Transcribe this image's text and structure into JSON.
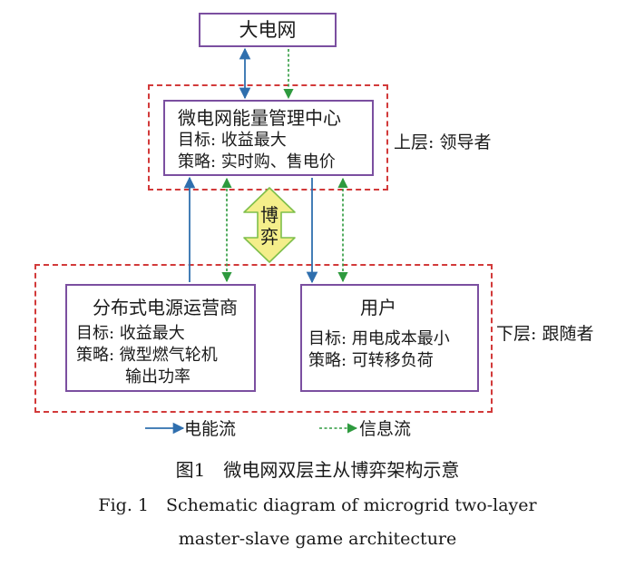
{
  "top_box": {
    "label": "大电网"
  },
  "center": {
    "title": "微电网能量管理中心",
    "goal": "目标: 收益最大",
    "strategy": "策略: 实时购、售电价"
  },
  "upper_layer_label": "上层: 领导者",
  "game_label": [
    "博",
    "弈"
  ],
  "dg_operator": {
    "title": "分布式电源运营商",
    "goal": "目标: 收益最大",
    "strategy_line1": "策略: 微型燃气轮机",
    "strategy_line2": "输出功率"
  },
  "user": {
    "title": "用户",
    "goal": "目标: 用电成本最小",
    "strategy": "策略: 可转移负荷"
  },
  "lower_layer_label": "下层: 跟随者",
  "legend": {
    "energy": "电能流",
    "info": "信息流"
  },
  "caption": {
    "cn": "图1　微电网双层主从博弈架构示意",
    "en_line1": "Fig. 1　Schematic diagram of microgrid two-layer",
    "en_line2": "master-slave game architecture"
  },
  "colors": {
    "box_border": "#7b4fa0",
    "layer_border": "#d23a3a",
    "energy_flow": "#2f6fae",
    "info_flow": "#2e9a3e",
    "game_fill": "#f4ee8a",
    "game_stroke": "#7fbf4a"
  }
}
